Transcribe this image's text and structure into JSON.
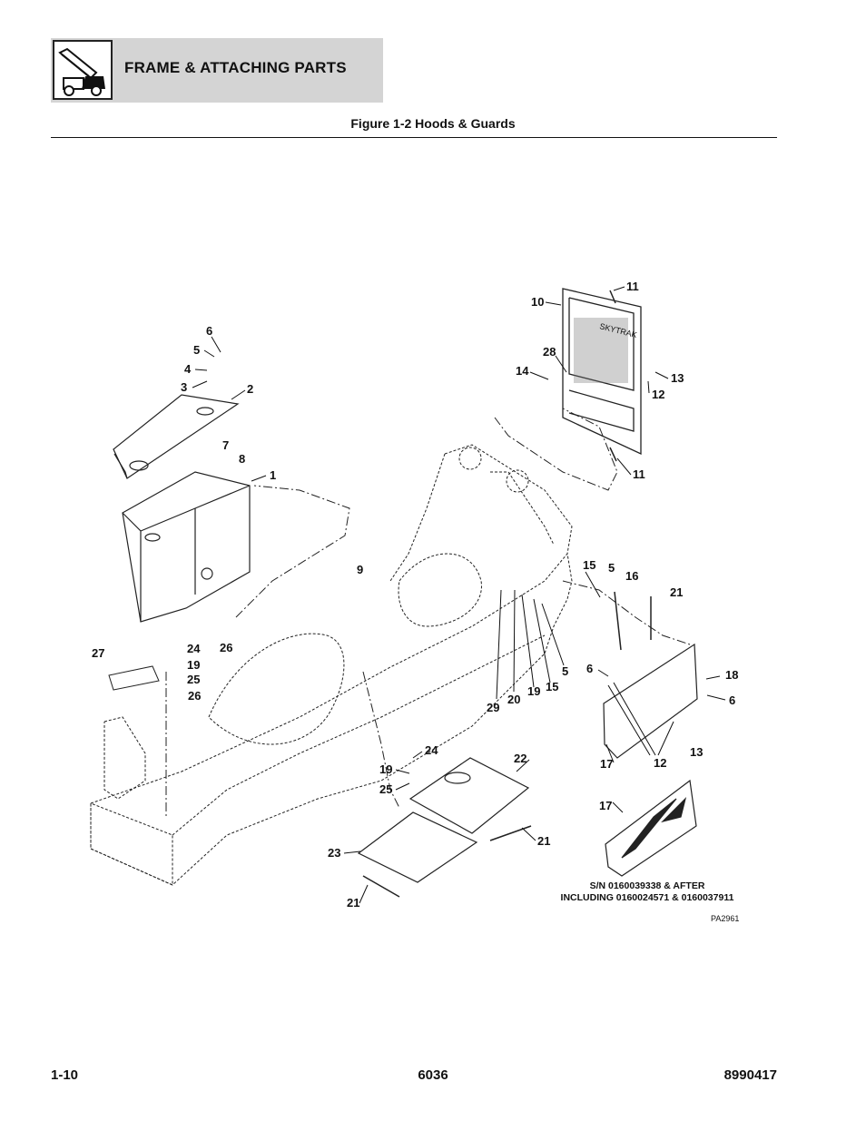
{
  "header": {
    "section_title": "FRAME & ATTACHING PARTS",
    "icon": "telehandler-icon"
  },
  "figure": {
    "title": "Figure 1-2 Hoods & Guards",
    "reference": "PA2961",
    "note_line1": "S/N 0160039338 & AFTER",
    "note_line2": "INCLUDING 0160024571 & 0160037911",
    "grille_text": "SKYTRAK",
    "callouts": [
      "1",
      "2",
      "3",
      "4",
      "5",
      "6",
      "7",
      "8",
      "9",
      "10",
      "11",
      "11",
      "12",
      "13",
      "14",
      "15",
      "16",
      "21",
      "5",
      "6",
      "18",
      "6",
      "12",
      "13",
      "17",
      "17",
      "19",
      "15",
      "5",
      "29",
      "20",
      "24",
      "19",
      "25",
      "26",
      "26",
      "27",
      "24",
      "19",
      "25",
      "22",
      "21",
      "23",
      "21",
      "28"
    ]
  },
  "footer": {
    "page": "1-10",
    "model": "6036",
    "doc_number": "8990417"
  }
}
